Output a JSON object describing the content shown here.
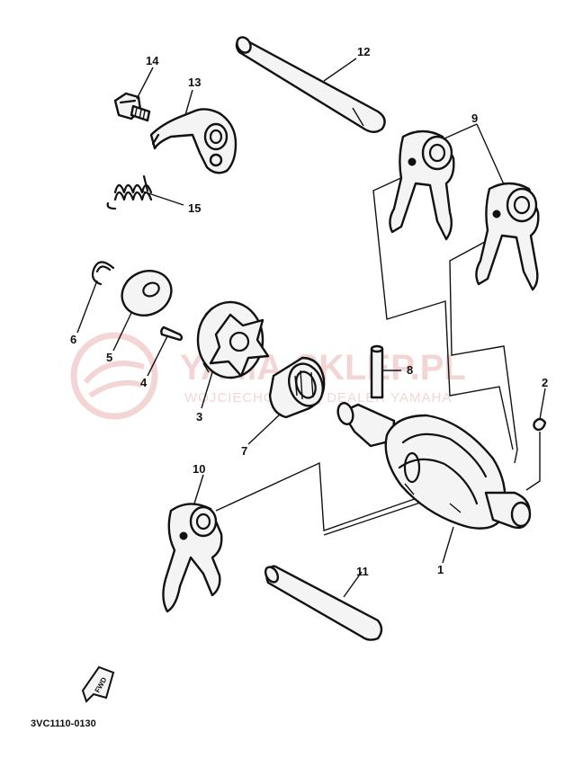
{
  "parts": [
    {
      "id": "p1",
      "number": "1",
      "icon": "shift-drum-icon"
    },
    {
      "id": "p2",
      "number": "2",
      "icon": "ball-icon"
    },
    {
      "id": "p3",
      "number": "3",
      "icon": "segment-icon"
    },
    {
      "id": "p4",
      "number": "4",
      "icon": "dowel-pin-icon"
    },
    {
      "id": "p5",
      "number": "5",
      "icon": "washer-icon"
    },
    {
      "id": "p6",
      "number": "6",
      "icon": "circlip-icon"
    },
    {
      "id": "p7",
      "number": "7",
      "icon": "bearing-icon"
    },
    {
      "id": "p8",
      "number": "8",
      "icon": "pin-icon"
    },
    {
      "id": "p9",
      "number": "9",
      "icon": "shift-fork-icon"
    },
    {
      "id": "p10",
      "number": "10",
      "icon": "shift-fork-icon"
    },
    {
      "id": "p11",
      "number": "11",
      "icon": "guide-bar-icon"
    },
    {
      "id": "p12",
      "number": "12",
      "icon": "guide-bar-icon"
    },
    {
      "id": "p13",
      "number": "13",
      "icon": "stopper-lever-icon"
    },
    {
      "id": "p14",
      "number": "14",
      "icon": "bolt-icon"
    },
    {
      "id": "p15",
      "number": "15",
      "icon": "spring-icon"
    }
  ],
  "front_marker": "FWD",
  "diagram_code": "3VC1110-0130",
  "watermark": {
    "brand": "YAMA-SKLEP.PL",
    "tagline": "WOJCIECHOWSKI | DEALER YAMAHA",
    "color": "#e08a8a"
  }
}
